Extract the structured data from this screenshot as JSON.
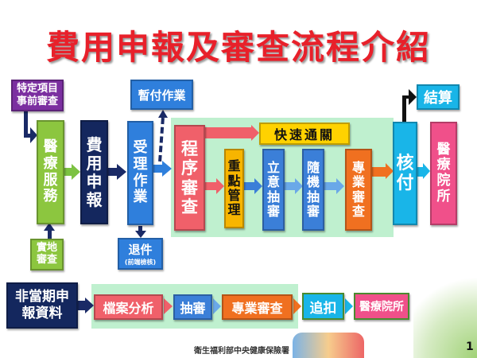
{
  "title": "費用申報及審查流程介紹",
  "flow": {
    "pre_review": "特定項目事前審查",
    "medical_service": "醫療服務",
    "site_audit": "實地審查",
    "claim": "費用申報",
    "acceptance": "受理作業",
    "advance_payment": "暫付作業",
    "return": "退件",
    "return_note": "(前端檢核)",
    "procedural_review": "程序審查",
    "fast_pass": "快速通關",
    "key_management": "重點管理",
    "purposive_sampling": "立意抽審",
    "random_sampling": "隨機抽審",
    "professional_review": "專業審查",
    "approve_payment": "核付",
    "settlement": "結算",
    "hospital": "醫療院所"
  },
  "bottom_flow": {
    "late_claim": "非當期申報資料",
    "file_analysis": "檔案分析",
    "sampling": "抽審",
    "professional_review": "專業審查",
    "recovery": "追扣",
    "hospital": "醫療院所"
  },
  "footer": {
    "org": "衛生福利部中央健康保險署",
    "page": "1"
  }
}
